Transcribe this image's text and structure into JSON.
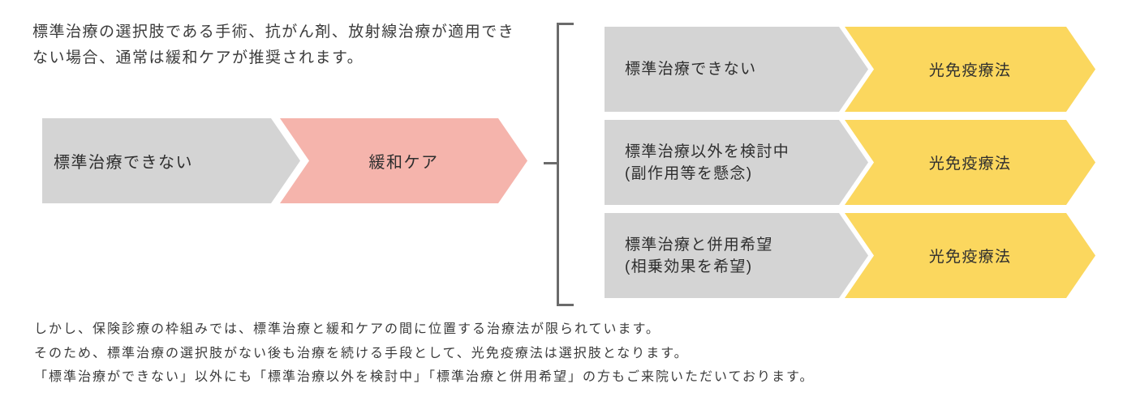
{
  "intro": {
    "lines": [
      "標準治療の選択肢である手術、抗がん剤、放射線治療が適用でき",
      "ない場合、通常は緩和ケアが推奨されます。"
    ]
  },
  "left_flow": {
    "source": "標準治療できない",
    "result": "緩和ケア"
  },
  "right_flows": [
    {
      "source_lines": [
        "標準治療できない"
      ],
      "result": "光免疫療法"
    },
    {
      "source_lines": [
        "標準治療以外を検討中",
        "(副作用等を懸念)"
      ],
      "result": "光免疫療法"
    },
    {
      "source_lines": [
        "標準治療と併用希望",
        "(相乗効果を希望)"
      ],
      "result": "光免疫療法"
    }
  ],
  "footer": {
    "lines": [
      "しかし、保険診療の枠組みでは、標準治療と緩和ケアの間に位置する治療法が限られています。",
      "そのため、標準治療の選択肢がない後も治療を続ける手段として、光免疫療法は選択肢となります。",
      "「標準治療ができない」以外にも「標準治療以外を検討中」「標準治療と併用希望」の方もご来院いただいております。"
    ]
  },
  "colors": {
    "gray": "#d4d4d4",
    "pink": "#f5b4ac",
    "yellow": "#fbd75e",
    "bracket": "#6b6b6b"
  }
}
